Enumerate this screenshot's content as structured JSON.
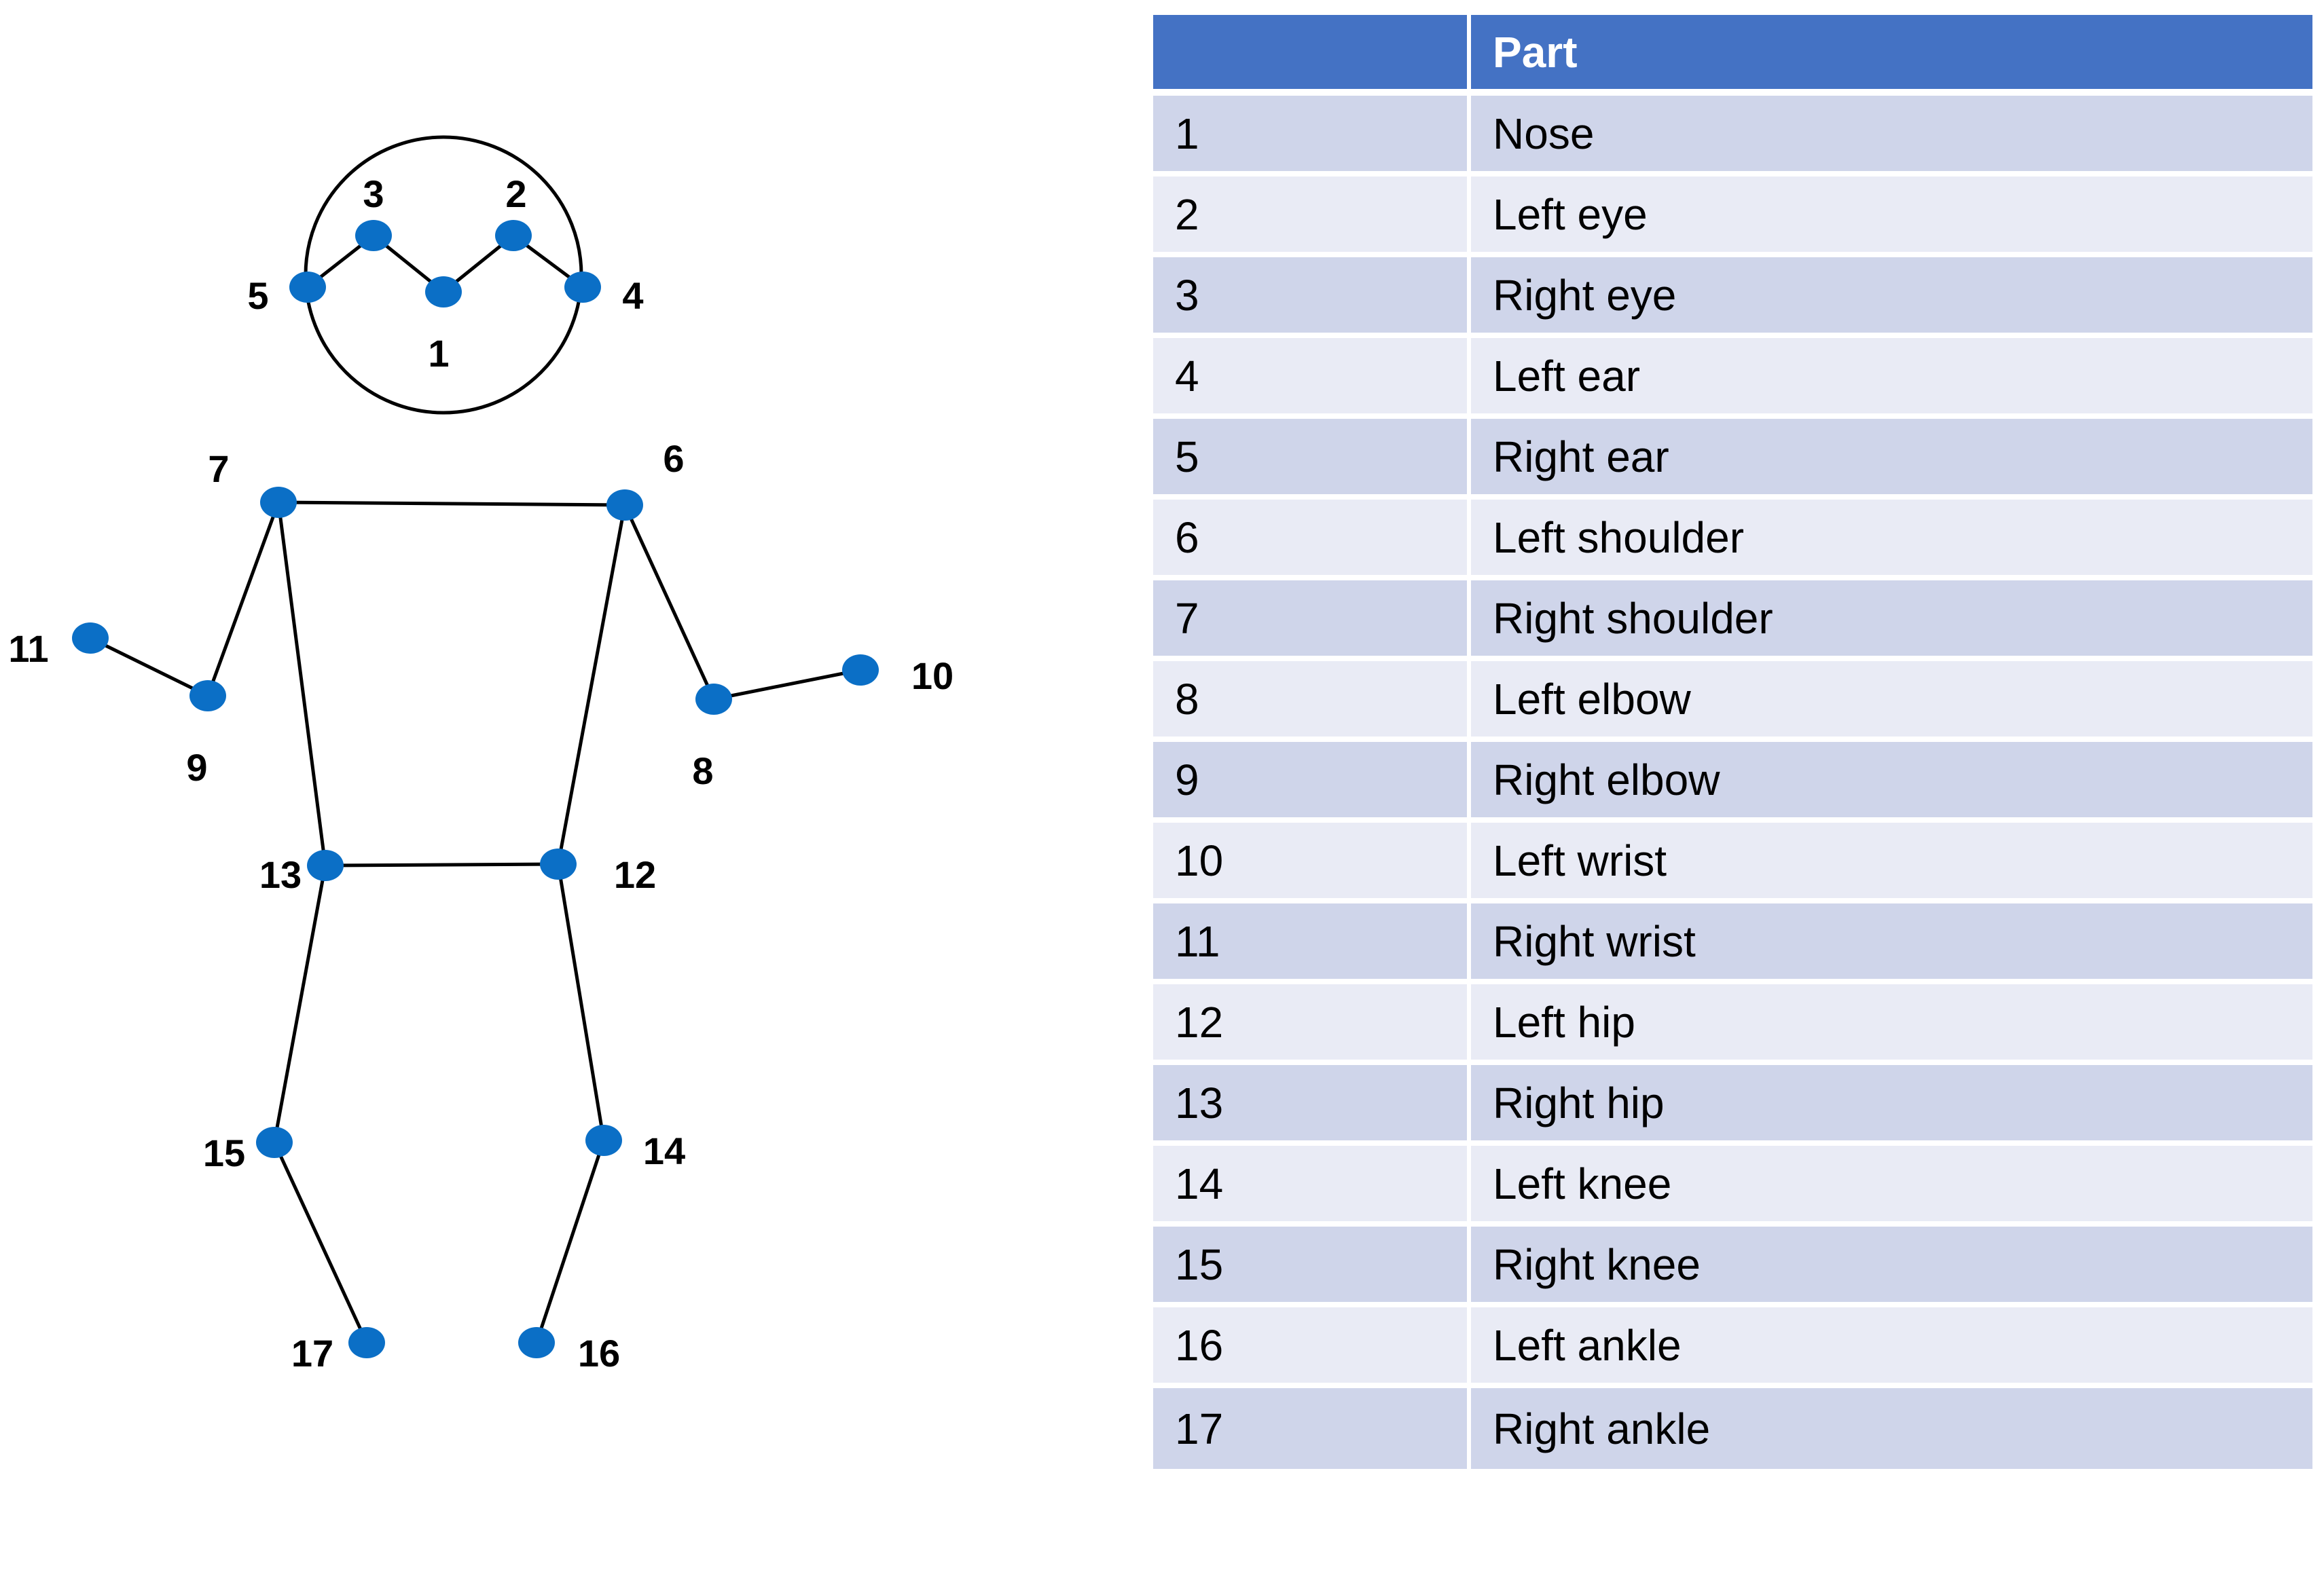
{
  "colors": {
    "joint": "#0b6fc6",
    "bone": "#000000",
    "header_bg": "#4472c4",
    "row_odd_bg": "#cfd5ea",
    "row_even_bg": "#e9ebf5"
  },
  "table": {
    "headers": [
      "",
      "Part"
    ],
    "rows": [
      {
        "id": "1",
        "part": "Nose"
      },
      {
        "id": "2",
        "part": "Left eye"
      },
      {
        "id": "3",
        "part": "Right eye"
      },
      {
        "id": "4",
        "part": "Left ear"
      },
      {
        "id": "5",
        "part": "Right ear"
      },
      {
        "id": "6",
        "part": "Left shoulder"
      },
      {
        "id": "7",
        "part": "Right shoulder"
      },
      {
        "id": "8",
        "part": "Left elbow"
      },
      {
        "id": "9",
        "part": "Right elbow"
      },
      {
        "id": "10",
        "part": "Left wrist"
      },
      {
        "id": "11",
        "part": "Right wrist"
      },
      {
        "id": "12",
        "part": "Left hip"
      },
      {
        "id": "13",
        "part": "Right hip"
      },
      {
        "id": "14",
        "part": "Left knee"
      },
      {
        "id": "15",
        "part": "Right knee"
      },
      {
        "id": "16",
        "part": "Left ankle"
      },
      {
        "id": "17",
        "part": "Right ankle"
      }
    ]
  },
  "keypoints": {
    "labels": [
      "1",
      "2",
      "3",
      "4",
      "5",
      "6",
      "7",
      "8",
      "9",
      "10",
      "11",
      "12",
      "13",
      "14",
      "15",
      "16",
      "17"
    ],
    "connections": [
      [
        "5",
        "3"
      ],
      [
        "3",
        "1"
      ],
      [
        "1",
        "2"
      ],
      [
        "2",
        "4"
      ],
      [
        "7",
        "6"
      ],
      [
        "7",
        "9"
      ],
      [
        "9",
        "11"
      ],
      [
        "6",
        "8"
      ],
      [
        "8",
        "10"
      ],
      [
        "7",
        "13"
      ],
      [
        "6",
        "12"
      ],
      [
        "13",
        "12"
      ],
      [
        "13",
        "15"
      ],
      [
        "15",
        "17"
      ],
      [
        "12",
        "14"
      ],
      [
        "14",
        "16"
      ]
    ]
  }
}
